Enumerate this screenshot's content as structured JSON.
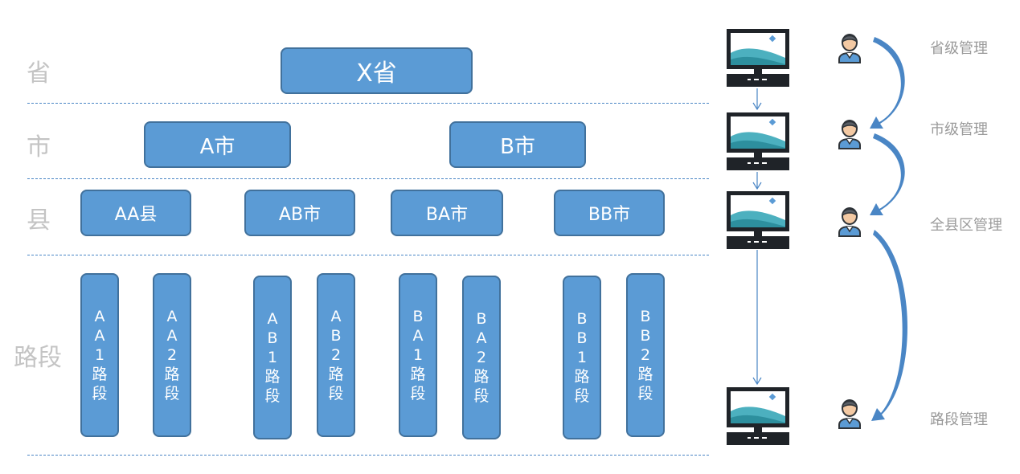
{
  "levels": {
    "province": "省",
    "city": "市",
    "county": "县",
    "segment": "路段"
  },
  "nodes": {
    "province": "X省",
    "city_a": "A市",
    "city_b": "B市",
    "county_aa": "AA县",
    "county_ab": "AB市",
    "county_ba": "BA市",
    "county_bb": "BB市",
    "seg_aa1": "AA1路段",
    "seg_aa2": "AA2路段",
    "seg_ab1": "AB1路段",
    "seg_ab2": "AB2路段",
    "seg_ba1": "BA1路段",
    "seg_ba2": "BA2路段",
    "seg_bb1": "BB1路段",
    "seg_bb2": "BB2路段"
  },
  "roles": {
    "province": "省级管理",
    "city": "市级管理",
    "county": "全县区管理",
    "segment": "路段管理"
  },
  "icons": [
    "computer-icon",
    "user-icon"
  ],
  "colors": {
    "node_fill": "#5b9bd5",
    "node_border": "#41719c",
    "divider": "#4a86c5",
    "arrow": "#4a86c5"
  }
}
